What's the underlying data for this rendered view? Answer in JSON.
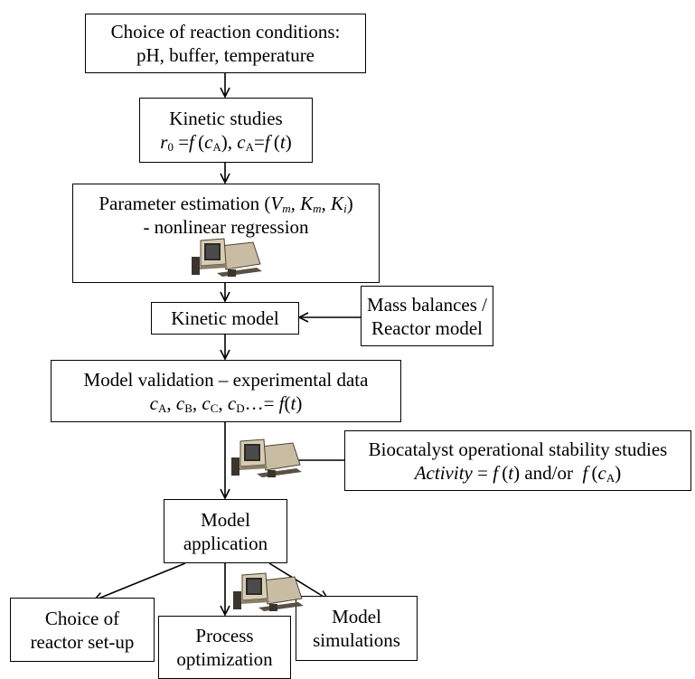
{
  "nodes": {
    "reaction_conditions": {
      "line1": "Choice of reaction conditions:",
      "line2": "pH, buffer, temperature"
    },
    "kinetic_studies": {
      "line1": "Kinetic studies"
    },
    "parameter_estimation": {
      "prefix": "Parameter estimation (",
      "line2": "- nonlinear regression"
    },
    "kinetic_model": {
      "label": "Kinetic model"
    },
    "mass_balances": {
      "line1": "Mass balances /",
      "line2": "Reactor model"
    },
    "model_validation": {
      "line1": "Model validation – experimental data"
    },
    "operational_stability": {
      "line1": "Biocatalyst operational stability studies",
      "activity": "Activity",
      "andor": "and/or"
    },
    "model_application": {
      "line1": "Model",
      "line2": "application"
    },
    "reactor_setup": {
      "line1": "Choice of",
      "line2": "reactor set-up"
    },
    "process_optimization": {
      "line1": "Process",
      "line2": "optimization"
    },
    "model_simulations": {
      "line1": "Model",
      "line2": "simulations"
    }
  },
  "icons": [
    "computer-icon",
    "computer-icon",
    "computer-icon"
  ]
}
